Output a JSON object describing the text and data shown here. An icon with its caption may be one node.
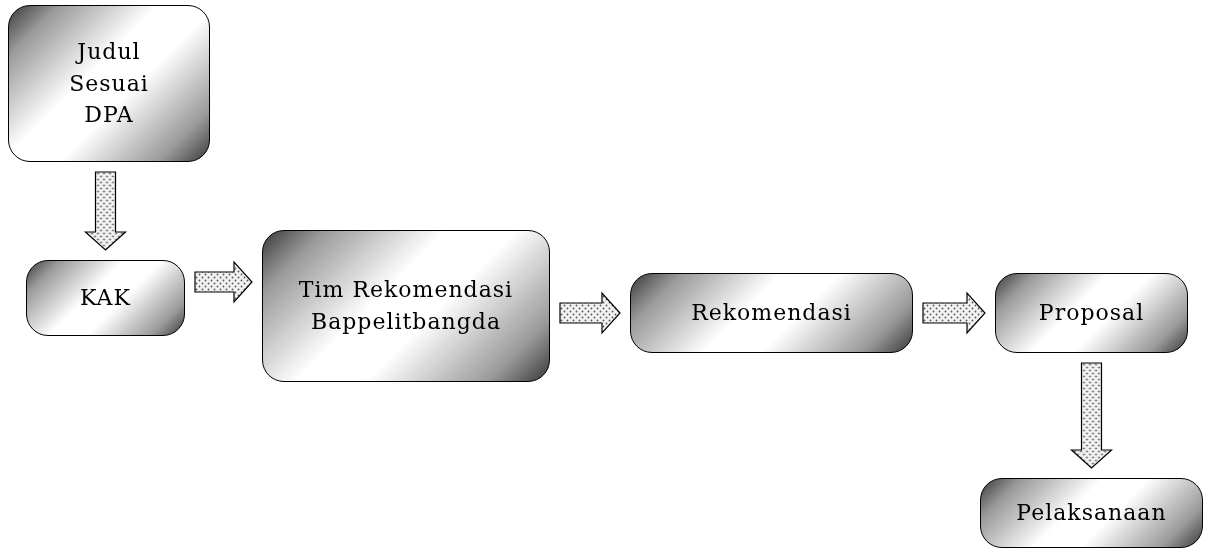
{
  "diagram": {
    "nodes": [
      {
        "text": [
          "Judul Sesuai DPA"
        ]
      },
      {
        "text": [
          "KAK"
        ]
      },
      {
        "text": [
          "Tim Rekomendasi Bappelitbangda"
        ]
      },
      {
        "text": [
          "Rekomendasi"
        ]
      },
      {
        "text": [
          "Proposal"
        ]
      },
      {
        "text": [
          "Pelaksanaan"
        ]
      }
    ],
    "edges": [
      {
        "from": 0,
        "to": 1,
        "arrow": "to"
      },
      {
        "from": 1,
        "to": 2,
        "arrow": "to"
      },
      {
        "from": 2,
        "to": 3,
        "arrow": "to"
      },
      {
        "from": 3,
        "to": 4,
        "arrow": "to"
      },
      {
        "from": 4,
        "to": 5,
        "arrow": "to"
      }
    ]
  }
}
